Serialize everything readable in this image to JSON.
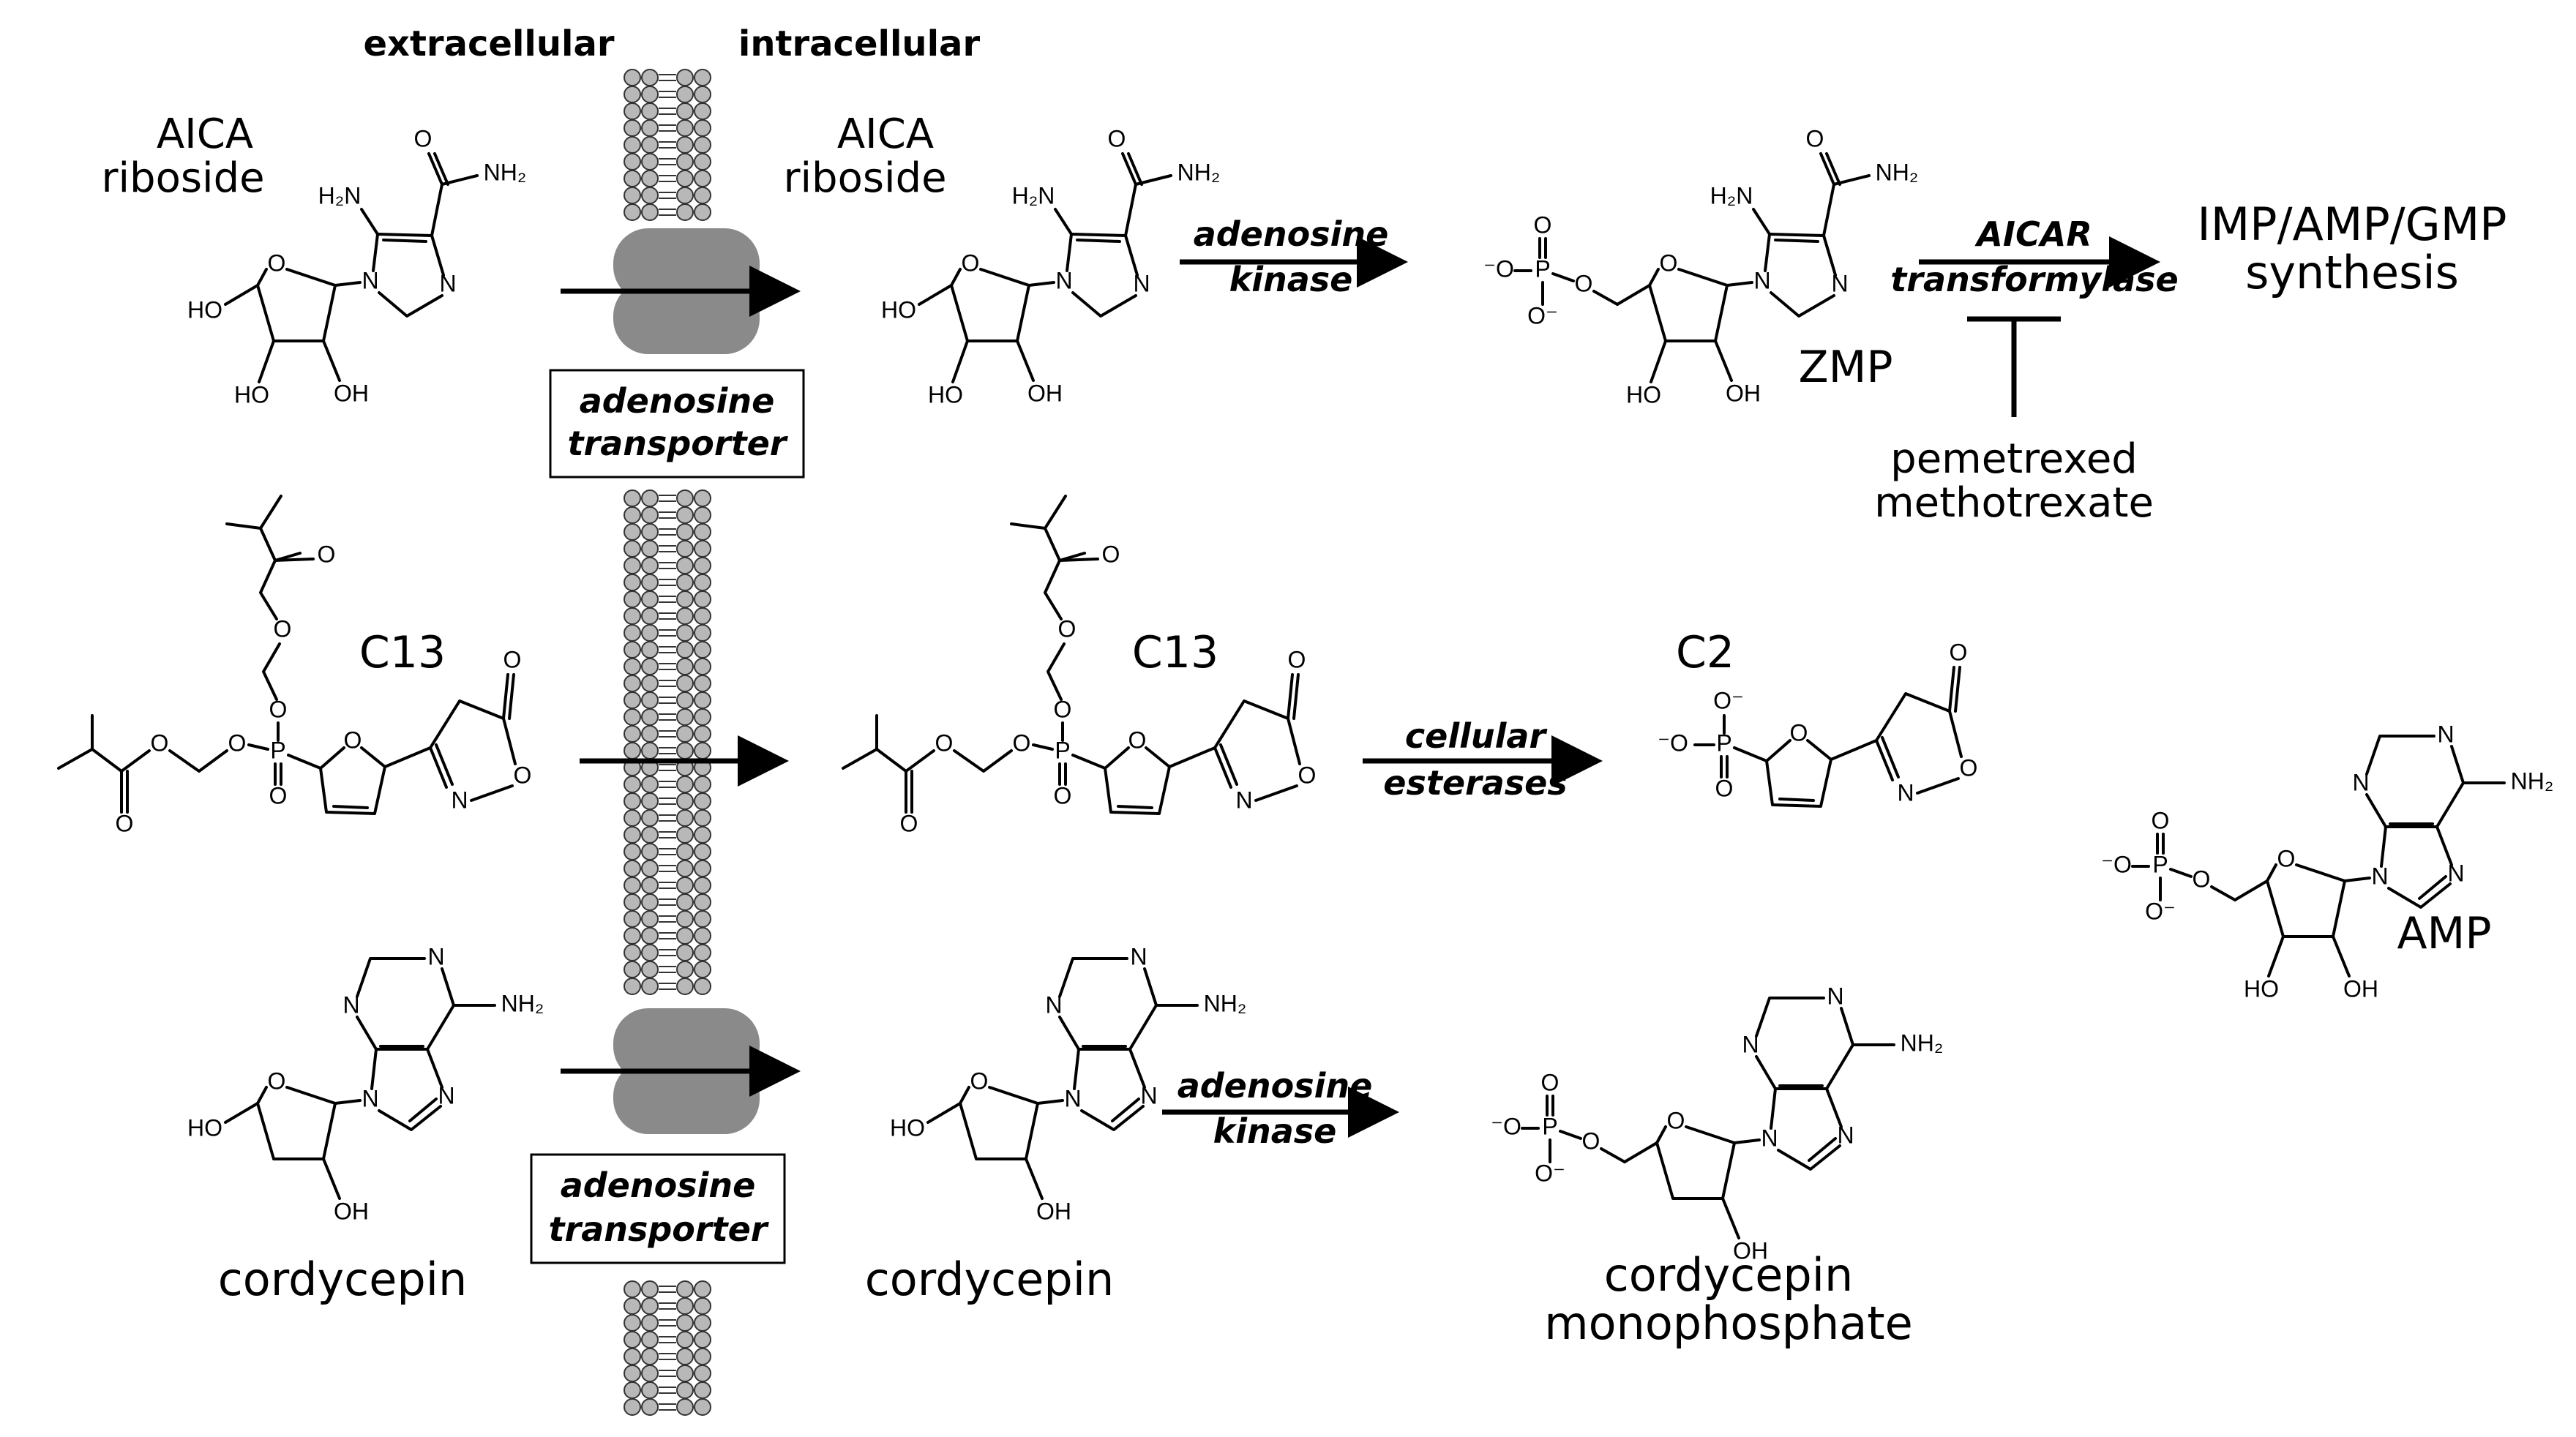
{
  "header": {
    "extracellular": "extracellular",
    "intracellular": "intracellular"
  },
  "rows": {
    "aica": {
      "extra_name": [
        "AICA",
        "riboside"
      ],
      "intra_name": [
        "AICA",
        "riboside"
      ],
      "enzyme": [
        "adenosine",
        "kinase"
      ],
      "product": "ZMP",
      "next_enzyme": [
        "AICAR",
        "transformylase"
      ],
      "next_product": [
        "IMP/AMP/GMP",
        "synthesis"
      ],
      "inhibitors": [
        "pemetrexed",
        "methotrexate"
      ]
    },
    "c13": {
      "extra_name": "C13",
      "intra_name": "C13",
      "enzyme": [
        "cellular",
        "esterases"
      ],
      "product": "C2"
    },
    "cordycepin": {
      "extra_name": "cordycepin",
      "intra_name": "cordycepin",
      "enzyme": [
        "adenosine",
        "kinase"
      ],
      "product": [
        "cordycepin",
        "monophosphate"
      ]
    }
  },
  "transporter_label": [
    "adenosine",
    "transporter"
  ],
  "side_molecule": "AMP",
  "atom_labels": {
    "h2n": "H₂N",
    "nh2": "NH₂",
    "ho": "HO",
    "oh": "OH",
    "o": "O",
    "n": "N",
    "p": "P",
    "o_minus": "⁻O",
    "o_minus_r": "O⁻"
  },
  "colors": {
    "membrane_head": "#b8b8b8",
    "transporter": "#8a8a8a",
    "ink": "#000000"
  }
}
